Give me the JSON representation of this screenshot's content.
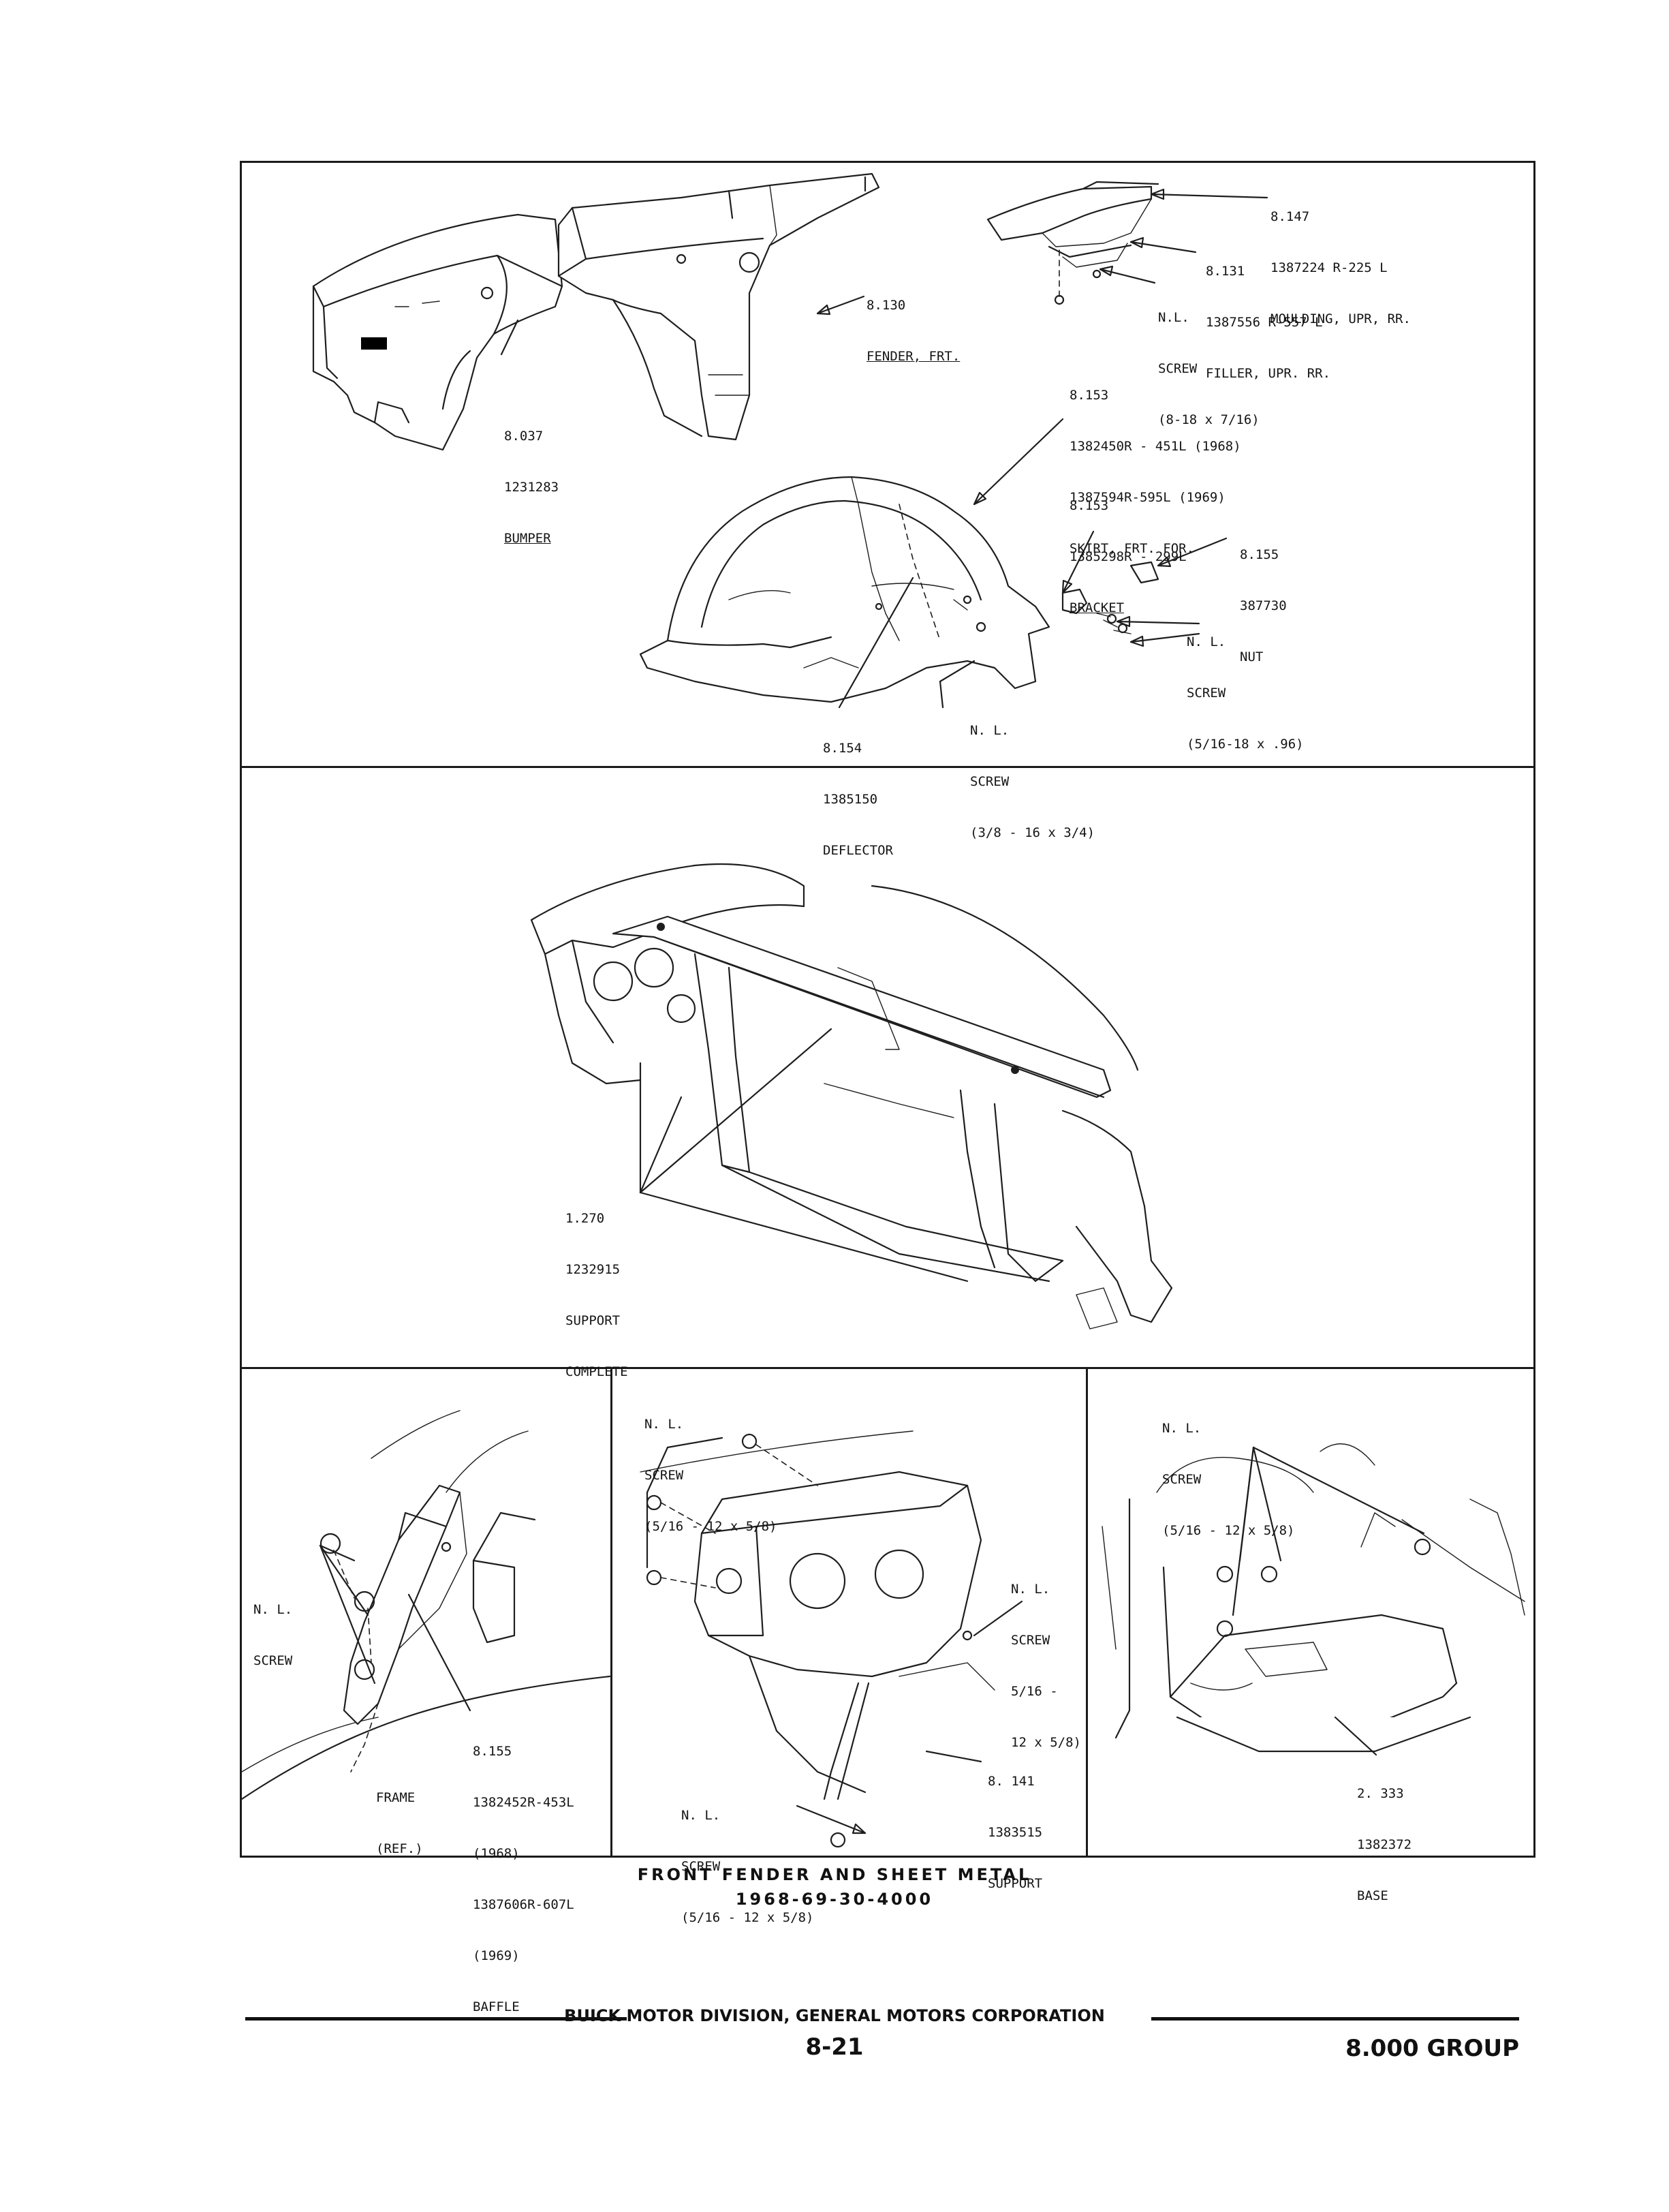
{
  "panels": {
    "top": {
      "labels": [
        {
          "id": "moulding",
          "lines": [
            "8.147",
            "1387224 R-225 L",
            "MOULDING, UPR, RR."
          ]
        },
        {
          "id": "filler",
          "lines": [
            "8.131",
            "1387556 R-557 L",
            "FILLER, UPR. RR."
          ]
        },
        {
          "id": "screw-filler",
          "lines": [
            "N.L.",
            "SCREW",
            "(8-18 x 7/16)"
          ]
        },
        {
          "id": "fender",
          "lines": [
            "8.130",
            "FENDER, FRT."
          ]
        },
        {
          "id": "bumper",
          "lines": [
            "8.037",
            "1231283",
            "BUMPER"
          ]
        },
        {
          "id": "skirt",
          "lines": [
            "8.153",
            "1382450R - 451L (1968)",
            "1387594R-595L (1969)",
            "SKIRT, FRT. FOR."
          ]
        },
        {
          "id": "bracket",
          "lines": [
            "8.153",
            "1385298R - 299L",
            "BRACKET"
          ]
        },
        {
          "id": "nut",
          "lines": [
            "8.155",
            "387730",
            "NUT"
          ]
        },
        {
          "id": "screw-bracket",
          "lines": [
            "N. L.",
            "SCREW",
            "(5/16-18 x .96)"
          ]
        },
        {
          "id": "screw-deflector",
          "lines": [
            "N. L.",
            "SCREW",
            "(3/8 - 16 x 3/4)"
          ]
        },
        {
          "id": "deflector",
          "lines": [
            "8.154",
            "1385150",
            "DEFLECTOR"
          ]
        }
      ]
    },
    "middle": {
      "labels": [
        {
          "id": "support-complete",
          "lines": [
            "1.270",
            "1232915",
            "SUPPORT",
            "COMPLETE"
          ]
        }
      ]
    },
    "bottom_left": {
      "labels": [
        {
          "id": "screw-bl",
          "lines": [
            "N. L.",
            "SCREW"
          ]
        },
        {
          "id": "frame",
          "lines": [
            "FRAME",
            "(REF.)"
          ]
        },
        {
          "id": "baffle",
          "lines": [
            "8.155",
            "1382452R-453L",
            "(1968)",
            "1387606R-607L",
            "(1969)",
            "BAFFLE"
          ]
        }
      ]
    },
    "bottom_center": {
      "labels": [
        {
          "id": "screw-bc-top",
          "lines": [
            "N. L.",
            "SCREW",
            "(5/16 - 12 x 5/8)"
          ]
        },
        {
          "id": "screw-bc-right",
          "lines": [
            "N. L.",
            "SCREW",
            "5/16 -",
            "12 x 5/8)"
          ]
        },
        {
          "id": "support-bc",
          "lines": [
            "8. 141",
            "1383515",
            "SUPPORT"
          ]
        },
        {
          "id": "screw-bc-bottom",
          "lines": [
            "N. L.",
            "SCREW",
            "(5/16 - 12 x 5/8)"
          ]
        }
      ]
    },
    "bottom_right": {
      "labels": [
        {
          "id": "screw-br",
          "lines": [
            "N. L.",
            "SCREW",
            "(5/16 - 12 x 5/8)"
          ]
        },
        {
          "id": "base",
          "lines": [
            "2. 333",
            "1382372",
            "BASE"
          ]
        }
      ]
    }
  },
  "caption": {
    "title": "FRONT FENDER AND SHEET METAL",
    "code": "1968-69-30-4000"
  },
  "footer": {
    "organization": "BUICK MOTOR DIVISION, GENERAL MOTORS CORPORATION",
    "page": "8-21",
    "group": "8.000 GROUP"
  }
}
